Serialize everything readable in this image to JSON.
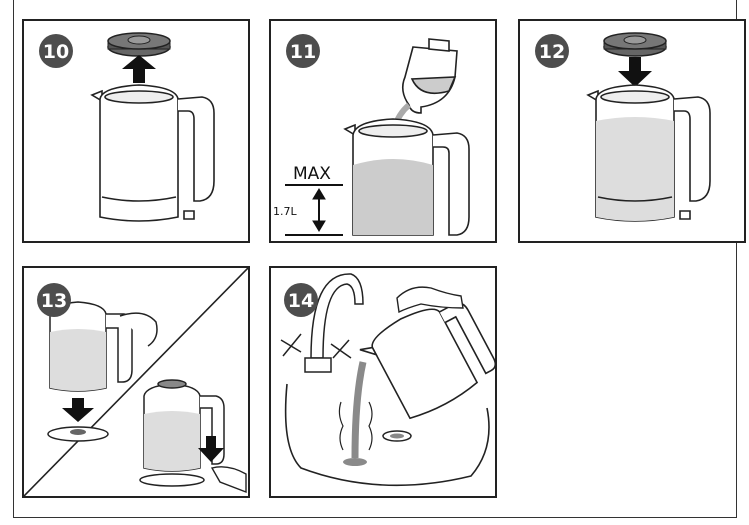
{
  "steps": [
    {
      "number": "10"
    },
    {
      "number": "11",
      "max_label": "MAX",
      "capacity_label": "1.7L"
    },
    {
      "number": "12"
    },
    {
      "number": "13"
    },
    {
      "number": "14"
    }
  ],
  "colors": {
    "badge": "#4d4d4d",
    "line": "#222222",
    "water": "#e0e0e0",
    "arrow": "#111111",
    "stream": "#8a8a8a"
  }
}
